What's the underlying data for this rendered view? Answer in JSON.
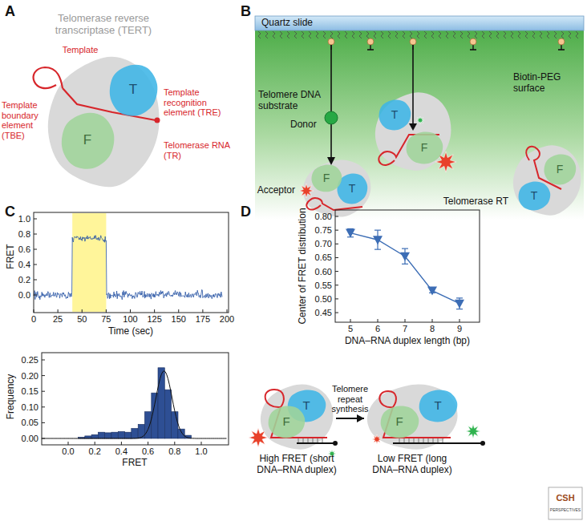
{
  "diagram": {
    "nodes": [
      {
        "text": [
          "Telomerase reverse transcriptase (TERT)"
        ]
      },
      {
        "text": [
          "T"
        ],
        "in": 0
      },
      {
        "text": [
          "F"
        ],
        "in": 0
      },
      {
        "text": [
          "T"
        ]
      },
      {
        "text": [
          "F"
        ]
      },
      {
        "text": [
          "T"
        ]
      },
      {
        "text": [
          "F"
        ]
      },
      {
        "text": [
          "T"
        ]
      },
      {
        "text": [
          "F"
        ]
      },
      {
        "text": [
          "High FRET (short DNA–RNA duplex)"
        ]
      },
      {
        "text": [
          "T"
        ],
        "in": 9
      },
      {
        "text": [
          "F"
        ],
        "in": 9
      },
      {
        "text": [
          "Low FRET (long DNA–RNA duplex)"
        ]
      },
      {
        "text": [
          "T"
        ],
        "in": 12
      },
      {
        "text": [
          "F"
        ],
        "in": 12
      }
    ],
    "edges": [
      {
        "from": 9,
        "to": 12,
        "arrow": "to",
        "label": "Telomere repeat synthesis"
      }
    ],
    "labels": [
      "A",
      "Template",
      "Template boundary element (TBE)",
      "Template recognition element (TRE)",
      "Telomerase RNA (TR)",
      "B",
      "Quartz slide",
      "Telomere DNA substrate",
      "Donor",
      "Biotin-PEG surface",
      "Acceptor",
      "Telomerase RT",
      "C",
      "FRET",
      "1.0",
      "0.8",
      "0.6",
      "0.4",
      "0.2",
      "0.0",
      "0",
      "25",
      "50",
      "75",
      "100",
      "125",
      "150",
      "175",
      "200",
      "Time (sec)",
      "Frequency",
      "0.25",
      "0.20",
      "0.15",
      "0.10",
      "0.05",
      "0.00",
      "0.0",
      "0.2",
      "0.4",
      "0.6",
      "0.8",
      "1.0",
      "FRET",
      "D",
      "Center of FRET distribution",
      "0.80",
      "0.75",
      "0.70",
      "0.65",
      "0.60",
      "0.55",
      "0.50",
      "0.45",
      "5",
      "6",
      "7",
      "8",
      "9",
      "DNA–RNA duplex length (bp)",
      "CSH",
      "PERSPECTIVES"
    ]
  }
}
